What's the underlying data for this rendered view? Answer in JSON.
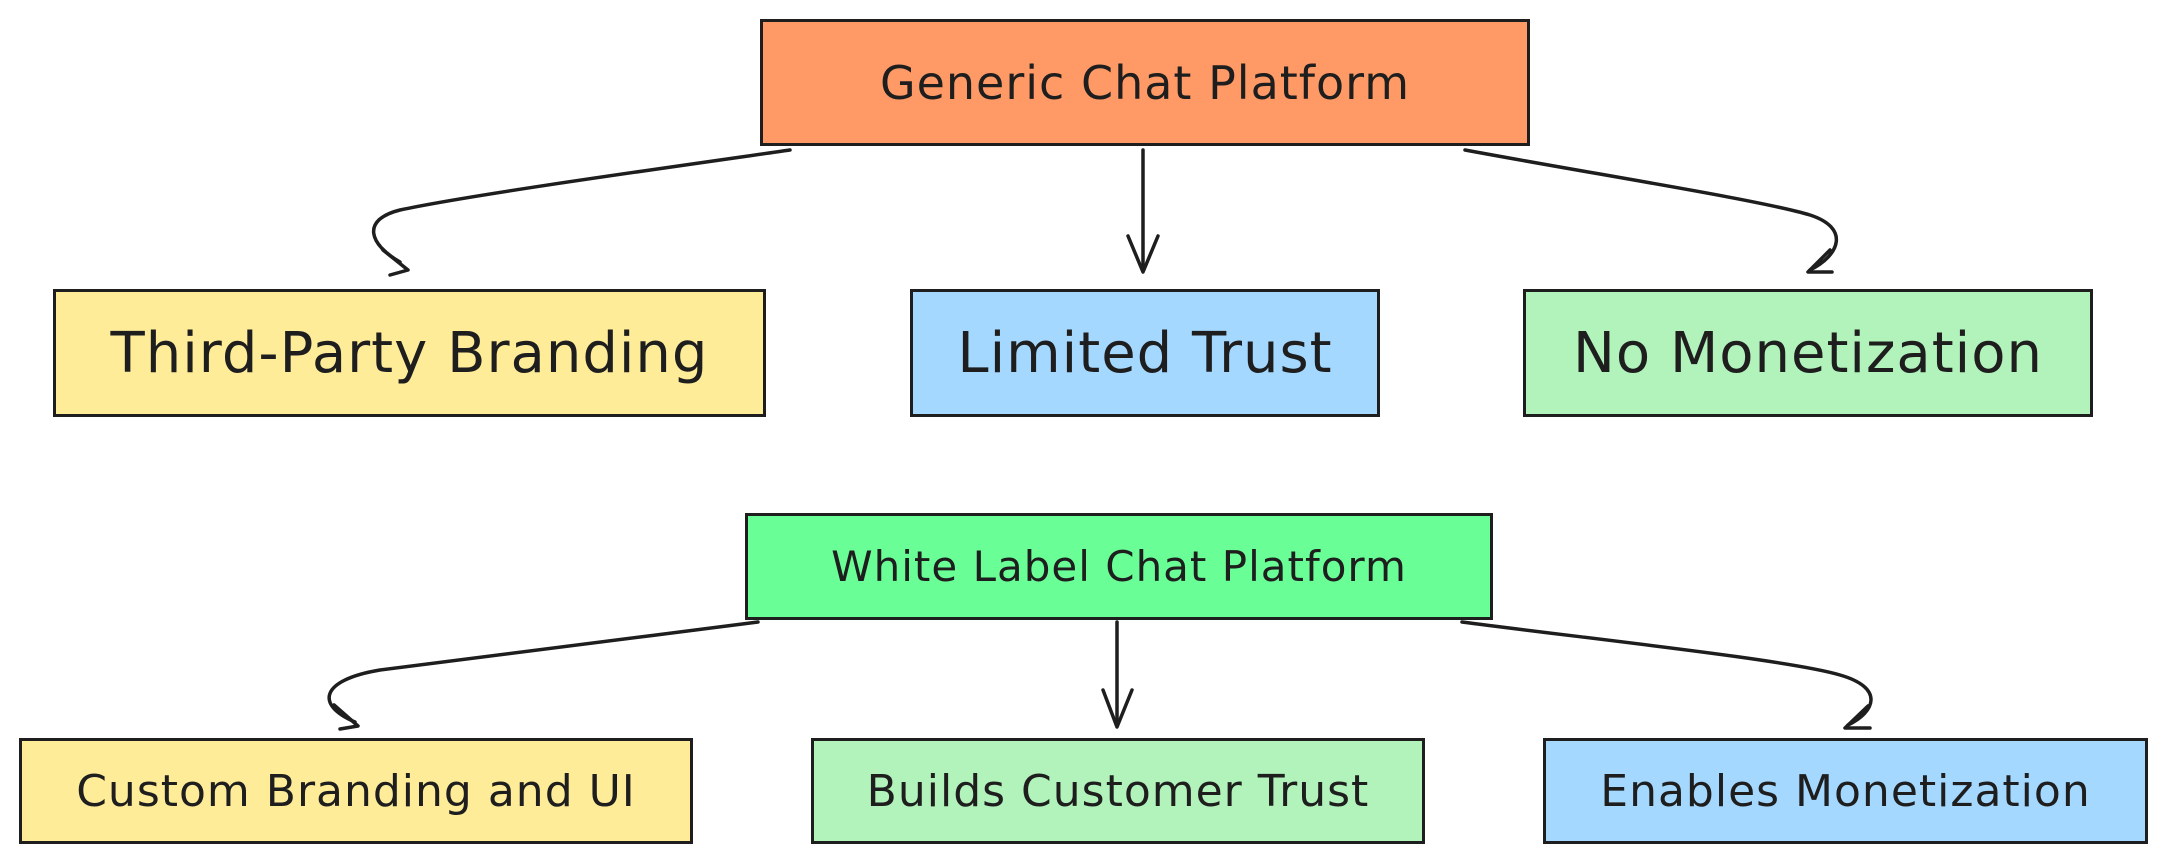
{
  "diagram": {
    "top_group": {
      "root": {
        "label": "Generic Chat Platform",
        "color": "#ff9a66"
      },
      "children": [
        {
          "label": "Third-Party Branding",
          "color": "#ffec99"
        },
        {
          "label": "Limited Trust",
          "color": "#a5d8ff"
        },
        {
          "label": "No Monetization",
          "color": "#b2f2bb"
        }
      ]
    },
    "bottom_group": {
      "root": {
        "label": "White Label Chat Platform",
        "color": "#69ff96"
      },
      "children": [
        {
          "label": "Custom Branding and UI",
          "color": "#ffec99"
        },
        {
          "label": "Builds Customer Trust",
          "color": "#b2f2bb"
        },
        {
          "label": "Enables Monetization",
          "color": "#a5d8ff"
        }
      ]
    },
    "stroke_color": "#1e1e1e"
  }
}
